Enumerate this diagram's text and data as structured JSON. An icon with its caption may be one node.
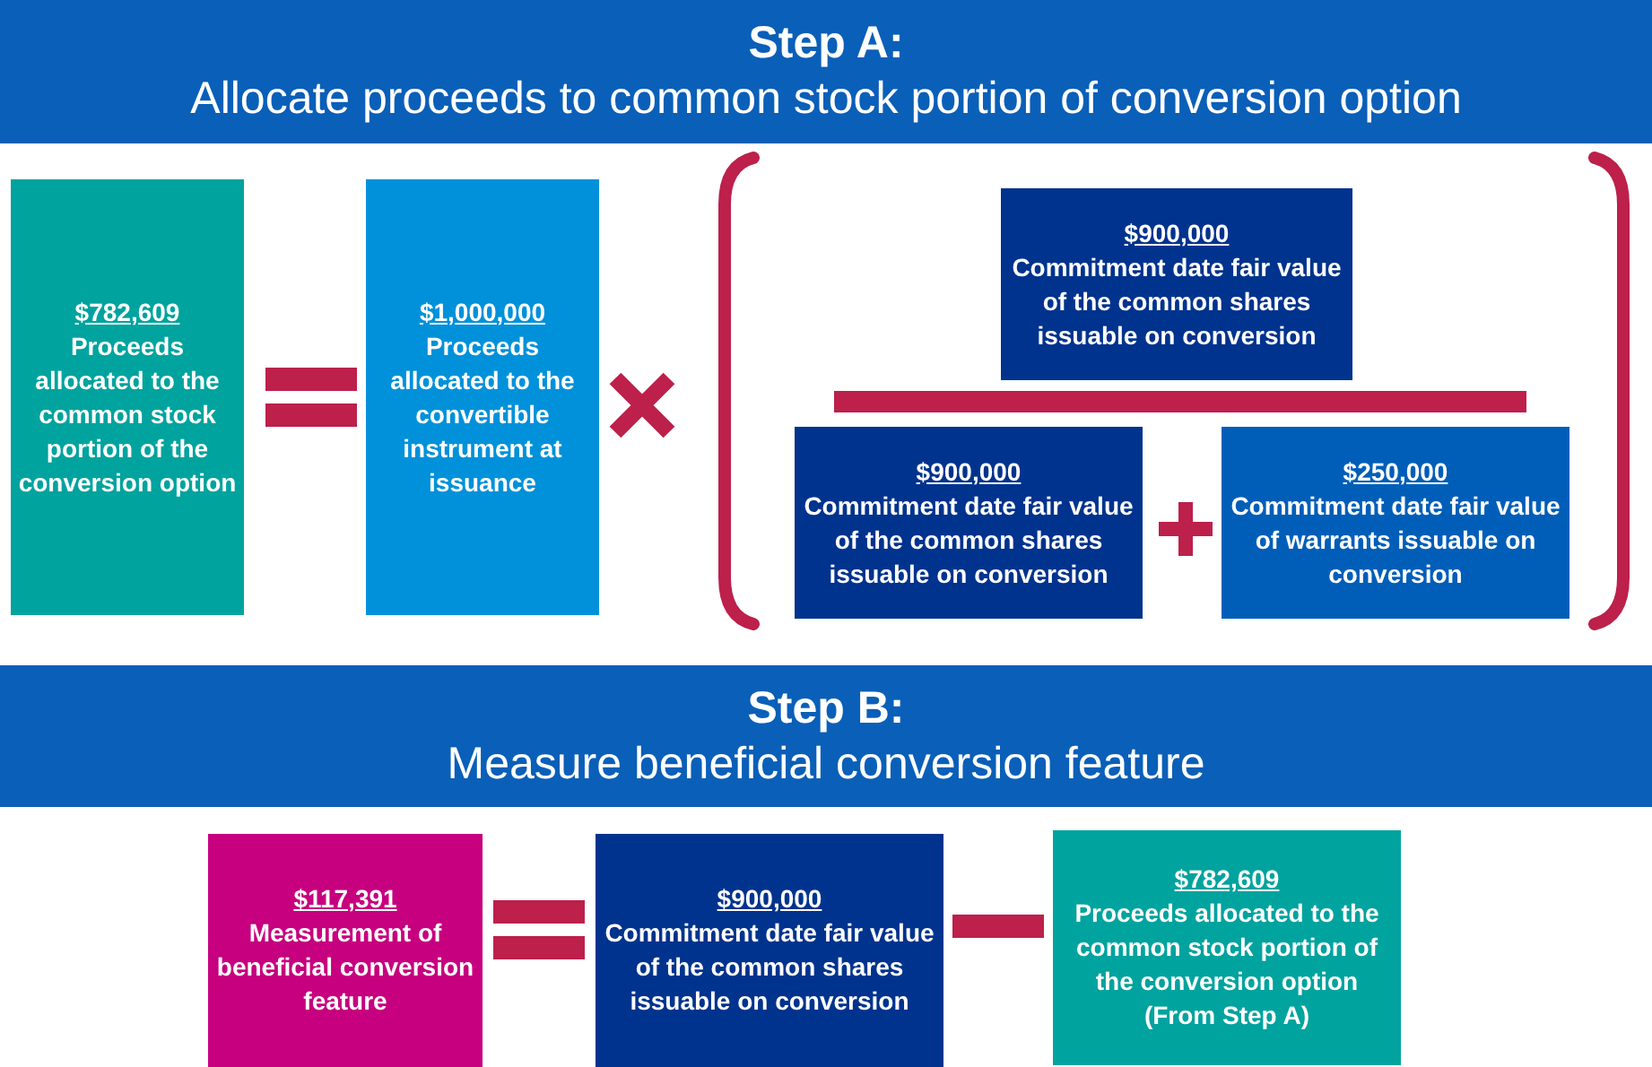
{
  "diagram": {
    "nodes": [
      {
        "text": [
          "Step A:",
          "Allocate proceeds to common stock portion of conversion option"
        ]
      },
      {
        "text": [
          "$782,609",
          "Proceeds allocated to the common stock portion of the conversion option"
        ]
      },
      {
        "text": [
          "$1,000,000",
          "Proceeds allocated to the convertible instrument at issuance"
        ]
      },
      {
        "text": [
          "$900,000",
          "Commitment date fair value of the common shares issuable on conversion"
        ]
      },
      {
        "text": [
          "$900,000",
          "Commitment date fair value of the common shares issuable on conversion"
        ]
      },
      {
        "text": [
          "$250,000",
          "Commitment date fair value of warrants issuable on conversion"
        ]
      },
      {
        "text": [
          "Step B:",
          "Measure beneficial conversion feature"
        ]
      },
      {
        "text": [
          "$117,391",
          "Measurement of beneficial conversion feature"
        ]
      },
      {
        "text": [
          "$900,000",
          "Commitment date fair value of the common shares issuable on conversion"
        ]
      },
      {
        "text": [
          "$782,609",
          "Proceeds allocated to the common stock portion of the conversion option (From Step A)"
        ]
      }
    ]
  }
}
